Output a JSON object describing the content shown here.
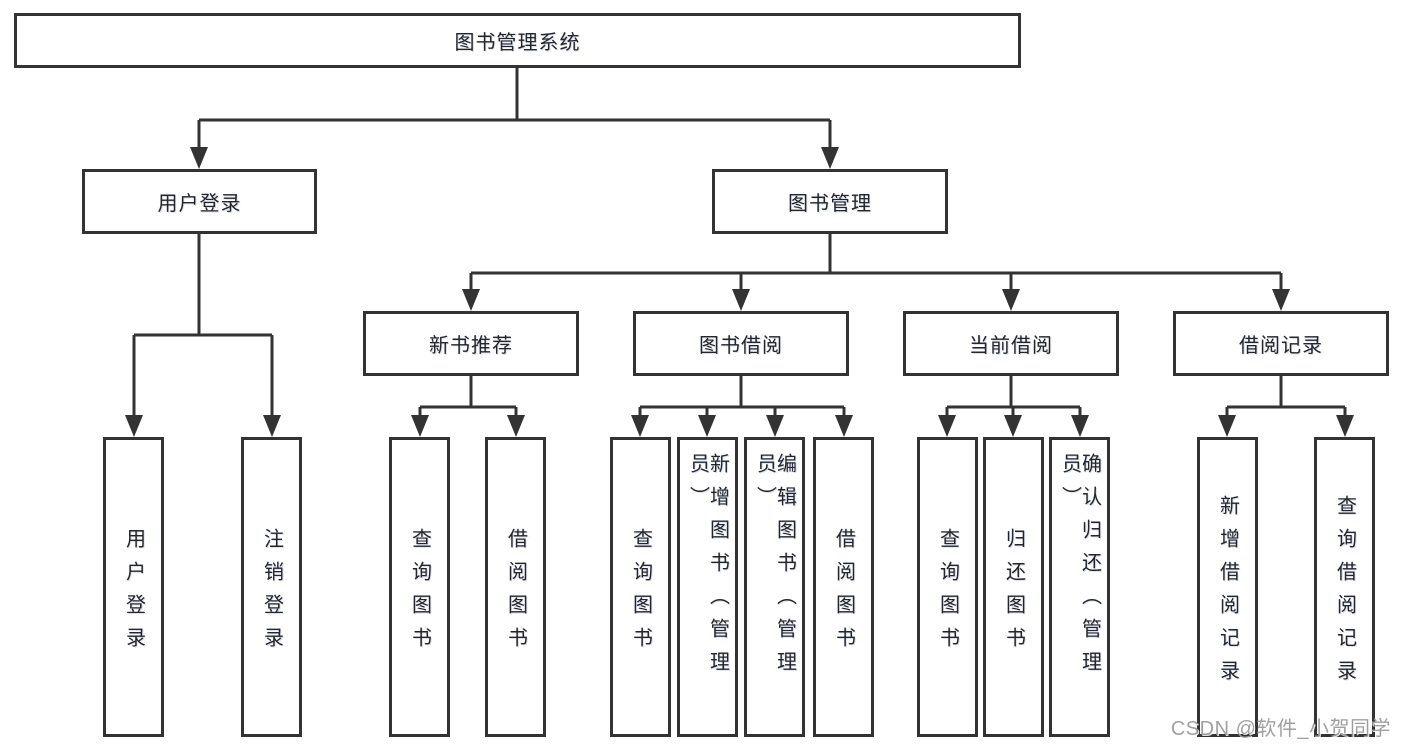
{
  "colors": {
    "background": "#ffffff",
    "line": "#333333",
    "node_fill": "#ffffff",
    "text": "#262626",
    "watermark": "#9b9b9b"
  },
  "watermark": {
    "text": "CSDN @软件_小贺同学"
  },
  "tree": {
    "root": {
      "label": "图书管理系统"
    },
    "branches": [
      {
        "label": "用户登录",
        "leaves": [
          {
            "label": "用户登录"
          },
          {
            "label": "注销登录"
          }
        ]
      },
      {
        "label": "图书管理",
        "sections": [
          {
            "label": "新书推荐",
            "leaves": [
              {
                "label": "查询图书"
              },
              {
                "label": "借阅图书"
              }
            ]
          },
          {
            "label": "图书借阅",
            "leaves": [
              {
                "label": "查询图书"
              },
              {
                "label": "新增图书（管理员）"
              },
              {
                "label": "编辑图书（管理员）"
              },
              {
                "label": "借阅图书"
              }
            ]
          },
          {
            "label": "当前借阅",
            "leaves": [
              {
                "label": "查询图书"
              },
              {
                "label": "归还图书"
              },
              {
                "label": "确认归还（管理员）"
              }
            ]
          },
          {
            "label": "借阅记录",
            "leaves": [
              {
                "label": "新增借阅记录"
              },
              {
                "label": "查询借阅记录"
              }
            ]
          }
        ]
      }
    ]
  }
}
